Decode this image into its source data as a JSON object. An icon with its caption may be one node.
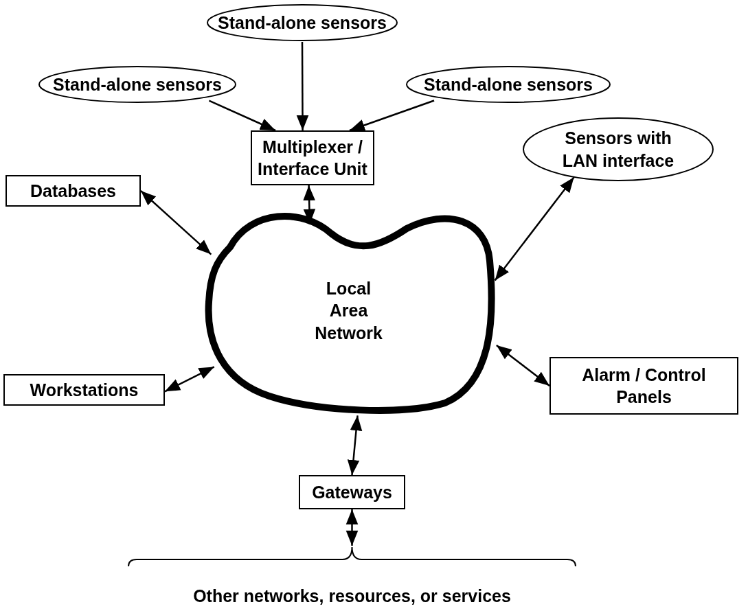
{
  "diagram": {
    "nodes": [
      {
        "text": [
          "Stand-alone sensors"
        ]
      },
      {
        "text": [
          "Stand-alone sensors"
        ]
      },
      {
        "text": [
          "Stand-alone sensors"
        ]
      },
      {
        "text": [
          "Multiplexer / Interface Unit"
        ]
      },
      {
        "text": [
          "Sensors with LAN interface"
        ]
      },
      {
        "text": [
          "Databases"
        ]
      },
      {
        "text": [
          "Local Area Network"
        ]
      },
      {
        "text": [
          "Workstations"
        ]
      },
      {
        "text": [
          "Alarm / Control Panels"
        ]
      },
      {
        "text": [
          "Gateways"
        ]
      },
      {
        "text": [
          "Other networks, resources, or services"
        ]
      }
    ],
    "edges": [
      {
        "from": 0,
        "to": 3,
        "arrow": "to"
      },
      {
        "from": 1,
        "to": 3,
        "arrow": "to"
      },
      {
        "from": 2,
        "to": 3,
        "arrow": "to"
      },
      {
        "from": 3,
        "to": 6,
        "arrow": "both"
      },
      {
        "from": 5,
        "to": 6,
        "arrow": "both"
      },
      {
        "from": 4,
        "to": 6,
        "arrow": "both"
      },
      {
        "from": 7,
        "to": 6,
        "arrow": "both"
      },
      {
        "from": 8,
        "to": 6,
        "arrow": "both"
      },
      {
        "from": 9,
        "to": 6,
        "arrow": "both"
      },
      {
        "from": 9,
        "to": 10,
        "arrow": "both"
      }
    ]
  }
}
